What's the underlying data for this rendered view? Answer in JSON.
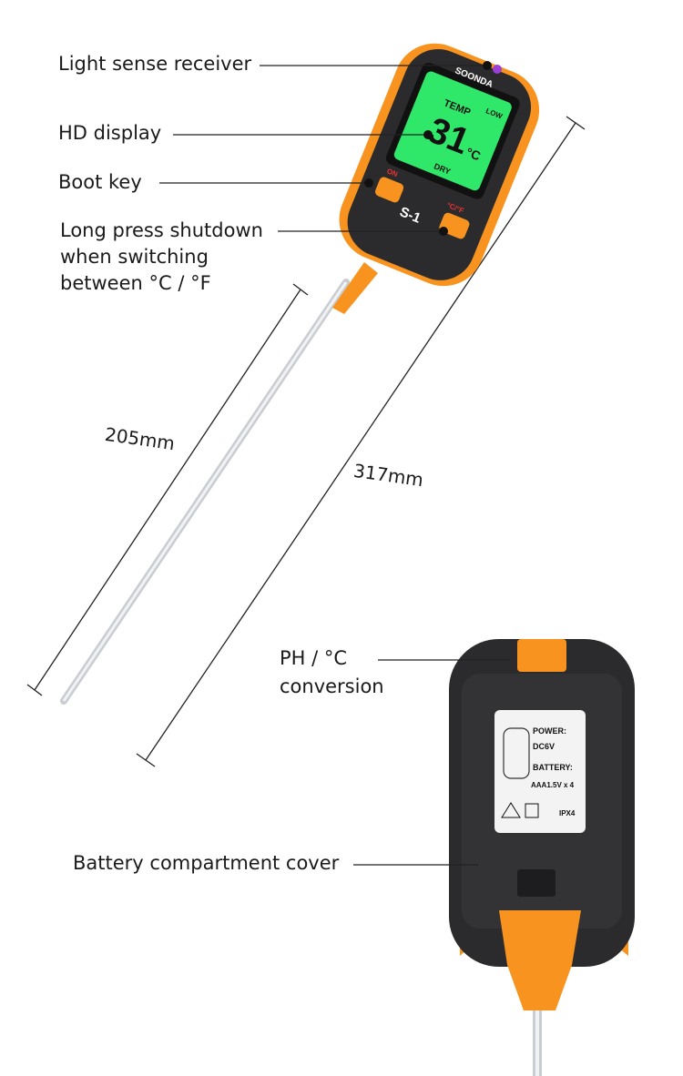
{
  "callouts": {
    "light_sensor": "Light sense receiver",
    "hd_display": "HD display",
    "boot_key": "Boot key",
    "long_press": [
      "Long press shutdown",
      "when switching",
      "between °C / °F"
    ],
    "ph_conversion": [
      "PH / °C",
      "conversion"
    ],
    "battery_cover": "Battery compartment cover"
  },
  "dimensions": {
    "probe_length": "205mm",
    "total_length": "317mm"
  },
  "device": {
    "brand": "SOONDA",
    "model": "S-1",
    "on_key": "ON",
    "unit_key": "°C/°F",
    "screen": {
      "top_label": "TEMP",
      "low": "LOW",
      "reading": "31",
      "unit": "°C",
      "dry": "DRY"
    },
    "colors": {
      "body": "#2b2b2d",
      "accent": "#f7931e",
      "screen": "#2fe86a",
      "sensor": "#9b3fd6"
    }
  },
  "battery_label": {
    "power": "POWER:",
    "power_value": "DC6V",
    "battery": "BATTERY:",
    "battery_value": "AAA1.5V x 4",
    "rating": "IPX4"
  }
}
